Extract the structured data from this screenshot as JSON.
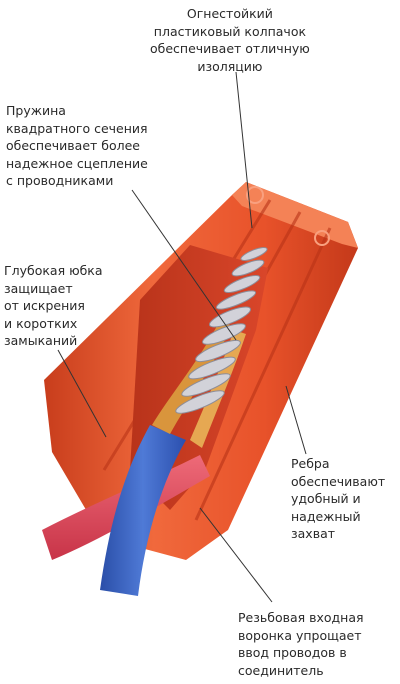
{
  "labels": {
    "cap": [
      "Огнестойкий",
      "пластиковый колпачок",
      "обеспечивает отличную",
      "изоляцию"
    ],
    "spring": [
      "Пружина",
      "квадратного сечения",
      "обеспечивает более",
      "надежное сцепление",
      "с проводниками"
    ],
    "skirt": [
      "Глубокая юбка",
      "защищает",
      "от искрения",
      "и коротких",
      "замыканий"
    ],
    "ribs": [
      "Ребра",
      "обеспечивают",
      "удобный и",
      "надежный",
      "захват"
    ],
    "funnel": [
      "Резьбовая входная",
      "воронка упрощает",
      "ввод проводов в",
      "соединитель"
    ]
  },
  "colors": {
    "cap_main": "#e8522a",
    "cap_light": "#f27a4e",
    "cap_dark": "#c4391a",
    "wire_blue": "#3a62c4",
    "wire_red": "#e04658",
    "copper": "#d9953c",
    "spring": "#cfcfd6",
    "leader": "#333333"
  },
  "icons": [
    "ul-logo-icon",
    "csa-logo-icon"
  ]
}
